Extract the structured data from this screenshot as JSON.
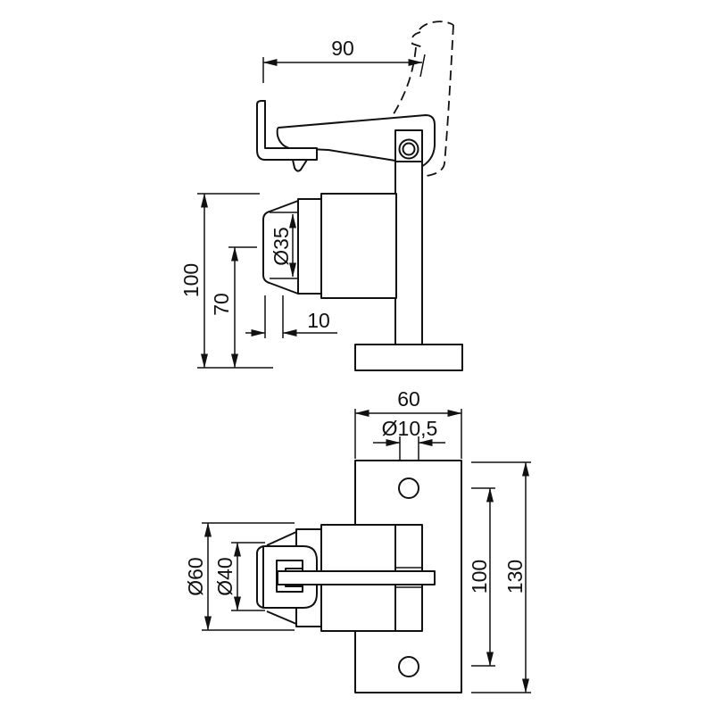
{
  "page": {
    "background_color": "#ffffff",
    "line_color": "#111111",
    "drawing_type": "door-holder dimensional drawing, two orthographic views"
  },
  "side_view": {
    "name": "side-elevation",
    "dims": {
      "width_90": "90",
      "total_height_100": "100",
      "buffer_axis_height_70": "70",
      "buffer_dia_35": "Ø35",
      "tip_depth_10": "10"
    }
  },
  "front_view": {
    "name": "front-elevation",
    "dims": {
      "plate_width_60": "60",
      "hole_dia_105": "Ø10,5",
      "flange_dia_60": "Ø60",
      "rubber_dia_40": "Ø40",
      "hole_spacing_100": "100",
      "plate_height_130": "130"
    }
  }
}
